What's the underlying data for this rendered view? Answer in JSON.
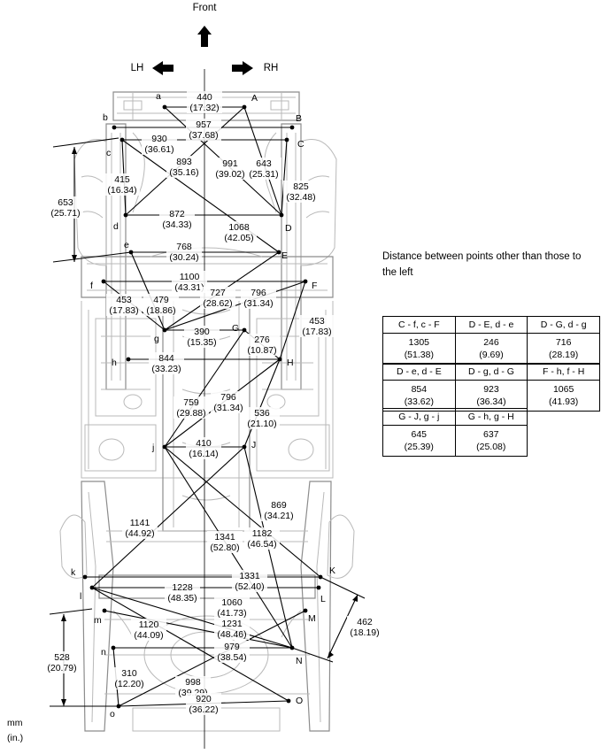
{
  "header": {
    "front_label": "Front",
    "lh_label": "LH",
    "rh_label": "RH"
  },
  "units": {
    "mm": "mm",
    "in": "(in.)"
  },
  "note": "Distance between points other than those to the left",
  "tables": [
    {
      "rows": [
        [
          {
            "header": "C - f, c - F",
            "mm": "1305",
            "in": "(51.38)"
          },
          {
            "header": "D - E, d - e",
            "mm": "246",
            "in": "(9.69)"
          },
          {
            "header": "D - G, d - g",
            "mm": "716",
            "in": "(28.19)"
          }
        ],
        [
          {
            "header": "D - e, d - E",
            "mm": "854",
            "in": "(33.62)"
          },
          {
            "header": "D - g, d - G",
            "mm": "923",
            "in": "(36.34)"
          },
          {
            "header": "F - h, f - H",
            "mm": "1065",
            "in": "(41.93)"
          }
        ],
        [
          {
            "header": "G - J, g - j",
            "mm": "645",
            "in": "(25.39)"
          },
          {
            "header": "G - h, g - H",
            "mm": "637",
            "in": "(25.08)"
          }
        ]
      ]
    }
  ],
  "points": [
    "a",
    "A",
    "b",
    "B",
    "c",
    "C",
    "d",
    "D",
    "e",
    "E",
    "f",
    "F",
    "g",
    "G",
    "h",
    "H",
    "j",
    "J",
    "k",
    "K",
    "l",
    "L",
    "m",
    "M",
    "n",
    "N",
    "o",
    "O"
  ],
  "dimensions": [
    {
      "id": "a-A",
      "mm": "440",
      "in": "(17.32)"
    },
    {
      "id": "b-B",
      "mm": "957",
      "in": "(37.68)"
    },
    {
      "id": "c-C",
      "mm": "930",
      "in": "(36.61)"
    },
    {
      "id": "A-d",
      "mm": "893",
      "in": "(35.16)"
    },
    {
      "id": "a-D",
      "mm": "991",
      "in": "(39.02)"
    },
    {
      "id": "A-D",
      "mm": "643",
      "in": "(25.31)"
    },
    {
      "id": "C-D",
      "mm": "825",
      "in": "(32.48)"
    },
    {
      "id": "c-d",
      "mm": "415",
      "in": "(16.34)"
    },
    {
      "id": "c-d-vertical",
      "mm": "653",
      "in": "(25.71)"
    },
    {
      "id": "d-D",
      "mm": "872",
      "in": "(34.33)"
    },
    {
      "id": "c-E",
      "mm": "1068",
      "in": "(42.05)"
    },
    {
      "id": "e-E",
      "mm": "768",
      "in": "(30.24)"
    },
    {
      "id": "f-F",
      "mm": "1100",
      "in": "(43.31)"
    },
    {
      "id": "e-g",
      "mm": "479",
      "in": "(18.86)"
    },
    {
      "id": "f-g",
      "mm": "453",
      "in": "(17.83)"
    },
    {
      "id": "E-g",
      "mm": "727",
      "in": "(28.62)"
    },
    {
      "id": "F-g",
      "mm": "796",
      "in": "(31.34)"
    },
    {
      "id": "F-H",
      "mm": "453",
      "in": "(17.83)"
    },
    {
      "id": "g-G",
      "mm": "390",
      "in": "(15.35)"
    },
    {
      "id": "G-H",
      "mm": "276",
      "in": "(10.87)"
    },
    {
      "id": "h-H",
      "mm": "844",
      "in": "(33.23)"
    },
    {
      "id": "G-j",
      "mm": "759",
      "in": "(29.88)"
    },
    {
      "id": "H-j",
      "mm": "796",
      "in": "(31.34)"
    },
    {
      "id": "H-J",
      "mm": "536",
      "in": "(21.10)"
    },
    {
      "id": "j-J",
      "mm": "410",
      "in": "(16.14)"
    },
    {
      "id": "J-N",
      "mm": "869",
      "in": "(34.21)"
    },
    {
      "id": "j-K",
      "mm": "1141",
      "in": "(44.92)"
    },
    {
      "id": "j-N",
      "mm": "1341",
      "in": "(52.80)"
    },
    {
      "id": "J-l",
      "mm": "1182",
      "in": "(46.54)"
    },
    {
      "id": "k-K",
      "mm": "1331",
      "in": "(52.40)"
    },
    {
      "id": "l-L",
      "mm": "1228",
      "in": "(48.35)"
    },
    {
      "id": "l-N",
      "mm": "1060",
      "in": "(41.73)"
    },
    {
      "id": "m-N",
      "mm": "1120",
      "in": "(44.09)"
    },
    {
      "id": "l-O",
      "mm": "1231",
      "in": "(48.46)"
    },
    {
      "id": "K-N",
      "mm": "462",
      "in": "(18.19)"
    },
    {
      "id": "l-o",
      "mm": "528",
      "in": "(20.79)"
    },
    {
      "id": "n-N",
      "mm": "979",
      "in": "(38.54)"
    },
    {
      "id": "n-o",
      "mm": "310",
      "in": "(12.20)"
    },
    {
      "id": "o-M",
      "mm": "998",
      "in": "(39.29)"
    },
    {
      "id": "o-O",
      "mm": "920",
      "in": "(36.22)"
    }
  ]
}
